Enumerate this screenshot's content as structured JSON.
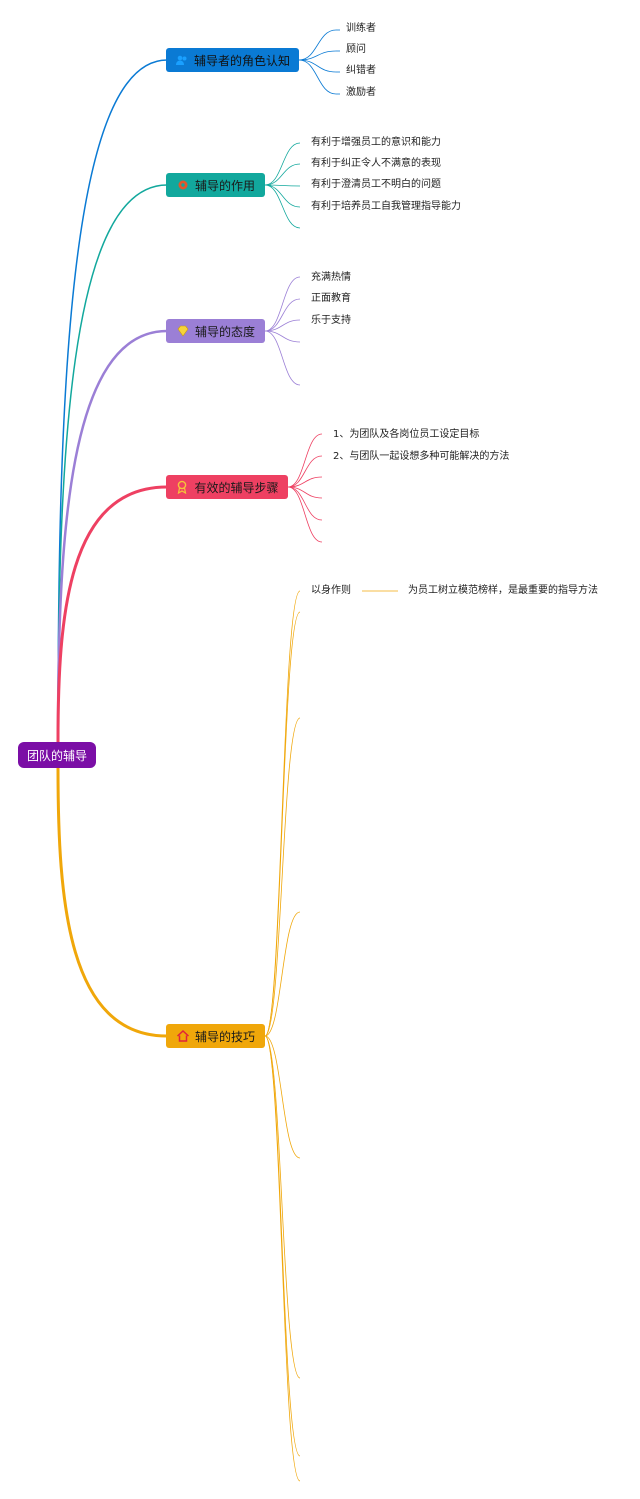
{
  "root": {
    "label": "团队的辅导",
    "color": "#7b0ea6"
  },
  "branches": [
    {
      "id": "roles",
      "label": "辅导者的角色认知",
      "color": "#0a7ad4",
      "icon": "people-icon",
      "leaves": [
        "训练者",
        "顾问",
        "纠错者",
        "激励者"
      ]
    },
    {
      "id": "effects",
      "label": "辅导的作用",
      "color": "#12a89d",
      "icon": "gear-icon",
      "leaves": [
        "有利于增强员工的意识和能力",
        "有利于纠正令人不满意的表现",
        "有利于澄清员工不明白的问题",
        "有利于培养员工自我管理指导能力"
      ]
    },
    {
      "id": "attitude",
      "label": "辅导的态度",
      "color": "#9b7fd6",
      "icon": "diamond-icon",
      "leaves": [
        "充满热情",
        "正面教育",
        "乐于支持"
      ]
    },
    {
      "id": "steps",
      "label": "有效的辅导步骤",
      "color": "#ee4062",
      "icon": "ribbon-icon",
      "leaves": [
        "1、为团队及各岗位员工设定目标",
        "2、与团队一起设想多种可能解决的方法"
      ]
    },
    {
      "id": "skills",
      "label": "辅导的技巧",
      "color": "#f0a70a",
      "icon": "home-icon",
      "leaves": [
        "以身作则"
      ],
      "sub_leaf": "为员工树立模范榜样，是最重要的指导方法"
    }
  ]
}
